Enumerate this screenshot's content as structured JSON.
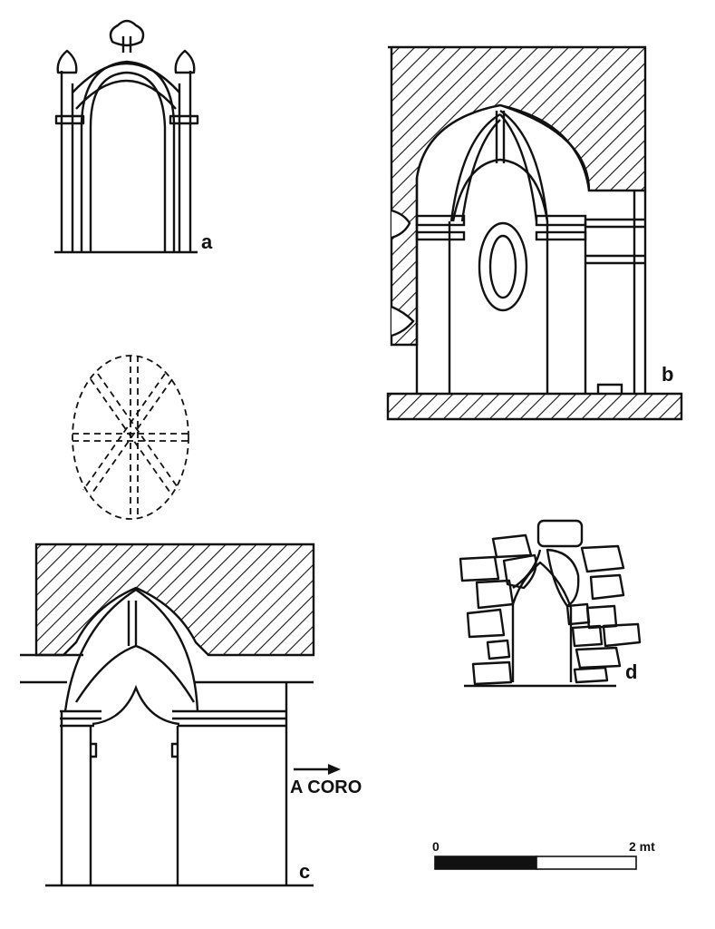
{
  "figure_labels": {
    "a": "a",
    "b": "b",
    "c": "c",
    "d": "d"
  },
  "annotations": {
    "to_choir": "A CORO"
  },
  "scale_bar": {
    "start_label": "0",
    "end_label": "2 mt"
  },
  "colors": {
    "ink": "#111111",
    "paper": "#ffffff"
  }
}
